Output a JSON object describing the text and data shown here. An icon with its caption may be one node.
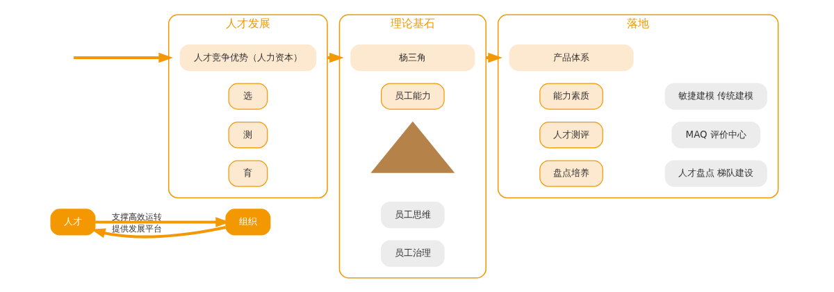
{
  "diagram": {
    "nodes": [
      {
        "text": [
          "人才"
        ]
      },
      {
        "text": [
          "组织"
        ]
      },
      {
        "text": [
          "人才发展"
        ]
      },
      {
        "text": [
          "人才竞争优势（人力资本）"
        ],
        "in": 2
      },
      {
        "text": [
          "选"
        ],
        "in": 2
      },
      {
        "text": [
          "测"
        ],
        "in": 2
      },
      {
        "text": [
          "育"
        ],
        "in": 2
      },
      {
        "text": [
          "理论基石"
        ]
      },
      {
        "text": [
          "杨三角"
        ],
        "in": 7
      },
      {
        "text": [
          "员工能力"
        ],
        "in": 7
      },
      {
        "text": [],
        "shape": "triangle",
        "in": 7
      },
      {
        "text": [
          "员工思维"
        ],
        "in": 7
      },
      {
        "text": [
          "员工治理"
        ],
        "in": 7
      },
      {
        "text": [
          "落地"
        ]
      },
      {
        "text": [
          "产品体系"
        ],
        "in": 13
      },
      {
        "text": [
          "能力素质"
        ],
        "in": 13
      },
      {
        "text": [
          "敏捷建模 传统建模"
        ],
        "in": 13
      },
      {
        "text": [
          "人才测评"
        ],
        "in": 13
      },
      {
        "text": [
          "MAQ 评价中心"
        ],
        "in": 13
      },
      {
        "text": [
          "盘点培养"
        ],
        "in": 13
      },
      {
        "text": [
          "人才盘点 梯队建设"
        ],
        "in": 13
      }
    ],
    "edges": [
      {
        "from": 0,
        "to": 1,
        "arrow": "to",
        "label": "支撑高效运转"
      },
      {
        "from": 1,
        "to": 0,
        "arrow": "to",
        "label": "提供发展平台"
      },
      {
        "from": null,
        "to": 2,
        "arrow": "to"
      },
      {
        "from": 2,
        "to": 7,
        "arrow": "to"
      },
      {
        "from": 7,
        "to": 13,
        "arrow": "to"
      }
    ]
  }
}
